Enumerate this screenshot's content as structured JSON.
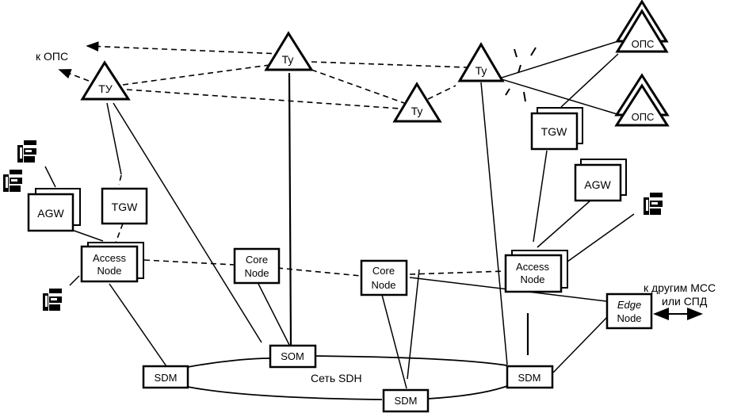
{
  "diagram": {
    "title": "",
    "colors": {
      "ink": "#000000",
      "background": "#ffffff"
    },
    "external_labels": {
      "to_ops": "к ОПС",
      "to_other_line1": "к другим МСС",
      "to_other_line2": "или СПД",
      "sdh_network": "Сеть SDH"
    },
    "tu_nodes": [
      {
        "id": "tu1",
        "label": "ТУ"
      },
      {
        "id": "tu2",
        "label": "Ту"
      },
      {
        "id": "tu3",
        "label": "Ту"
      },
      {
        "id": "tu4",
        "label": "Ту"
      }
    ],
    "ops_nodes": [
      {
        "id": "ops1",
        "label": "ОПС"
      },
      {
        "id": "ops2",
        "label": "ОПС"
      }
    ],
    "gateways": [
      {
        "id": "tgw-left",
        "label": "TGW"
      },
      {
        "id": "agw-left",
        "label": "AGW"
      },
      {
        "id": "tgw-right",
        "label": "TGW"
      },
      {
        "id": "agw-right",
        "label": "AGW"
      }
    ],
    "access_nodes": [
      {
        "id": "an-left",
        "line1": "Access",
        "line2": "Node"
      },
      {
        "id": "an-right",
        "line1": "Access",
        "line2": "Node"
      }
    ],
    "core_nodes": [
      {
        "id": "cn1",
        "line1": "Core",
        "line2": "Node"
      },
      {
        "id": "cn2",
        "line1": "Core",
        "line2": "Node"
      }
    ],
    "edge_node": {
      "id": "edge",
      "line1": "Edge",
      "line2": "Node"
    },
    "sdm_nodes": [
      {
        "id": "sdm-left",
        "label": "SDM"
      },
      {
        "id": "sdm-top",
        "label": "SOM"
      },
      {
        "id": "sdm-bottom",
        "label": "SDM"
      },
      {
        "id": "sdm-right",
        "label": "SDM"
      }
    ],
    "terminal_icons": [
      "phone-terminal",
      "phone-terminal",
      "phone-terminal",
      "phone-terminal"
    ]
  }
}
